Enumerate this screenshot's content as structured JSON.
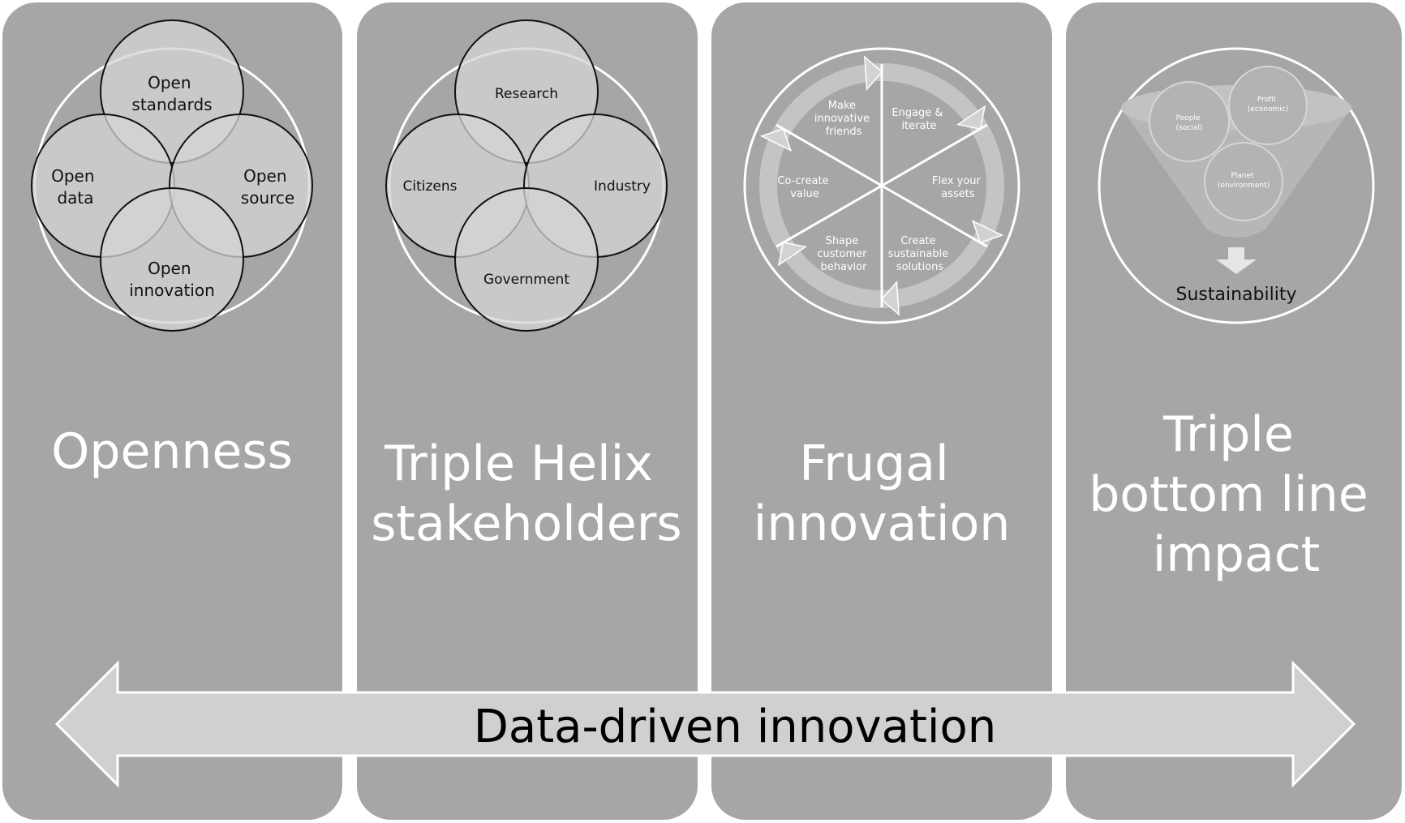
{
  "panels": [
    {
      "title_lines": [
        "Openness"
      ],
      "venn": {
        "top": [
          "Open",
          "standards"
        ],
        "left": [
          "Open",
          "data"
        ],
        "right": [
          "Open",
          "source"
        ],
        "bottom": [
          "Open",
          "innovation"
        ]
      }
    },
    {
      "title_lines": [
        "Triple Helix",
        "stakeholders"
      ],
      "venn": {
        "top": [
          "Research"
        ],
        "left": [
          "Citizens"
        ],
        "right": [
          "Industry"
        ],
        "bottom": [
          "Government"
        ]
      }
    },
    {
      "title_lines": [
        "Frugal",
        "innovation"
      ],
      "cycle": [
        [
          "Engage &",
          "iterate"
        ],
        [
          "Flex your",
          "assets"
        ],
        [
          "Create",
          "sustainable",
          "solutions"
        ],
        [
          "Shape",
          "customer",
          "behavior"
        ],
        [
          "Co-create",
          "value"
        ],
        [
          "Make",
          "innovative",
          "friends"
        ]
      ]
    },
    {
      "title_lines": [
        "Triple",
        "bottom line",
        "impact"
      ],
      "tbl": {
        "people": [
          "People",
          "(social)"
        ],
        "profit": [
          "Profit",
          "(economic)"
        ],
        "planet": [
          "Planet",
          "(environment)"
        ],
        "result": "Sustainability"
      }
    }
  ],
  "arrow_label": "Data-driven innovation",
  "colors": {
    "panel": "#a6a6a6",
    "arrow": "#d0d0d0",
    "emblem_circle": "#ffffff"
  }
}
